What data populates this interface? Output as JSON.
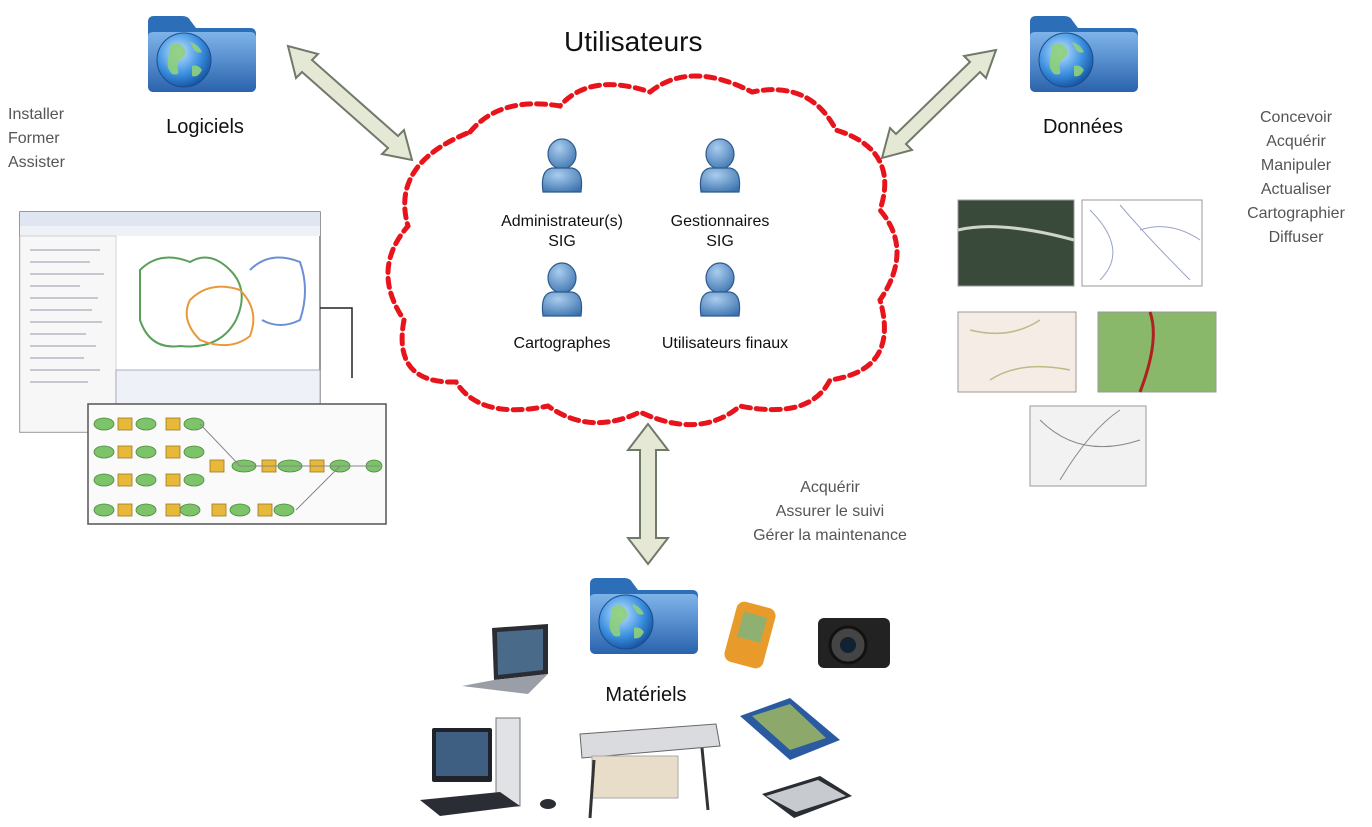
{
  "title": "Utilisateurs",
  "nodes": {
    "software": {
      "label": "Logiciels",
      "tasks": [
        "Installer",
        "Former",
        "Assister"
      ]
    },
    "data": {
      "label": "Données",
      "tasks": [
        "Concevoir",
        "Acquérir",
        "Manipuler",
        "Actualiser",
        "Cartographier",
        "Diffuser"
      ]
    },
    "hardware": {
      "label": "Matériels",
      "tasks": [
        "Acquérir",
        "Assurer le suivi",
        "Gérer la maintenance"
      ]
    }
  },
  "users": {
    "roles": [
      {
        "line1": "Administrateur(s)",
        "line2": "SIG"
      },
      {
        "line1": "Gestionnaires",
        "line2": "SIG"
      },
      {
        "line1": "Cartographes",
        "line2": ""
      },
      {
        "line1": "Utilisateurs finaux",
        "line2": ""
      }
    ]
  },
  "colors": {
    "cloud": "#e8141c",
    "arrow_fill": "#e6e8d6",
    "arrow_stroke": "#6f7a6a",
    "folder": "#3f7fc8",
    "person": "#5a8fc2"
  },
  "icons": [
    "globe-folder-icon",
    "user-icon",
    "laptop-icon",
    "desktop-icon",
    "printer-icon",
    "camera-icon",
    "gps-icon",
    "tablet-icon",
    "scanner-icon"
  ]
}
